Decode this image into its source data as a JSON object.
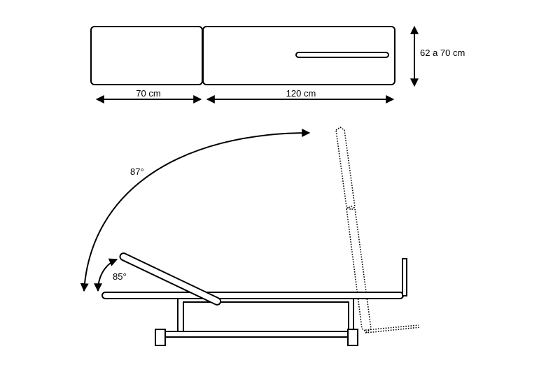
{
  "labels": {
    "width_left": "70 cm",
    "width_right": "120 cm",
    "height": "62 a 70 cm",
    "angle_large": "87°",
    "angle_small": "85°"
  },
  "colors": {
    "line": "#000000",
    "background": "#ffffff"
  }
}
